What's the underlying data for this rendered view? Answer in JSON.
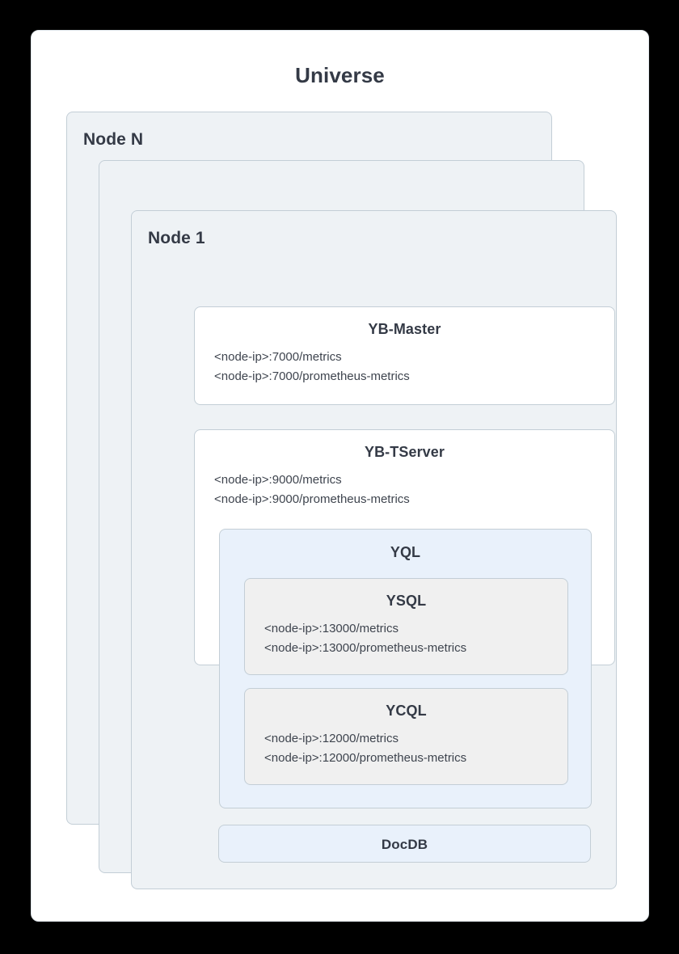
{
  "diagram": {
    "title": "Universe",
    "accent_blue": "#e9f1fb",
    "card_gray": "#eef2f5",
    "border_color": "#c3ced6",
    "text_color": "#343a46"
  },
  "nodes": {
    "node_n_label": "Node N",
    "ellipsis_label": "...",
    "node_1_label": "Node 1"
  },
  "components": {
    "yb_master": {
      "title": "YB-Master",
      "endpoints": [
        "<node-ip>:7000/metrics",
        "<node-ip>:7000/prometheus-metrics"
      ]
    },
    "yb_tserver": {
      "title": "YB-TServer",
      "endpoints": [
        "<node-ip>:9000/metrics",
        "<node-ip>:9000/prometheus-metrics"
      ]
    },
    "yql": {
      "title": "YQL"
    },
    "ysql": {
      "title": "YSQL",
      "endpoints": [
        "<node-ip>:13000/metrics",
        "<node-ip>:13000/prometheus-metrics"
      ]
    },
    "ycql": {
      "title": "YCQL",
      "endpoints": [
        "<node-ip>:12000/metrics",
        "<node-ip>:12000/prometheus-metrics"
      ]
    },
    "docdb": {
      "title": "DocDB"
    }
  }
}
